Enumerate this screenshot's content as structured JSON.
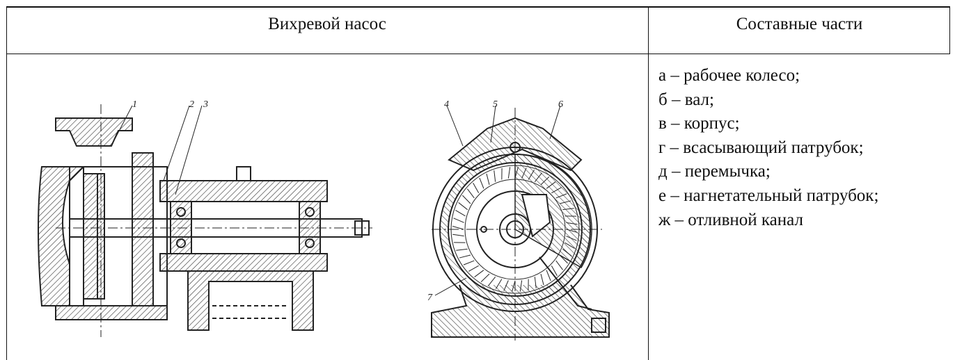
{
  "table": {
    "headers": [
      "Вихревой насос",
      "Составные части"
    ],
    "parts": [
      "а – рабочее колесо;",
      "б – вал;",
      "в – корпус;",
      "г – всасывающий патрубок;",
      "д – перемычка;",
      "е – нагнетательный патрубок;",
      "ж – отливной канал"
    ]
  },
  "figure": {
    "callouts_side": [
      "1",
      "2",
      "3"
    ],
    "callouts_front": [
      "4",
      "5",
      "6",
      "7"
    ]
  }
}
